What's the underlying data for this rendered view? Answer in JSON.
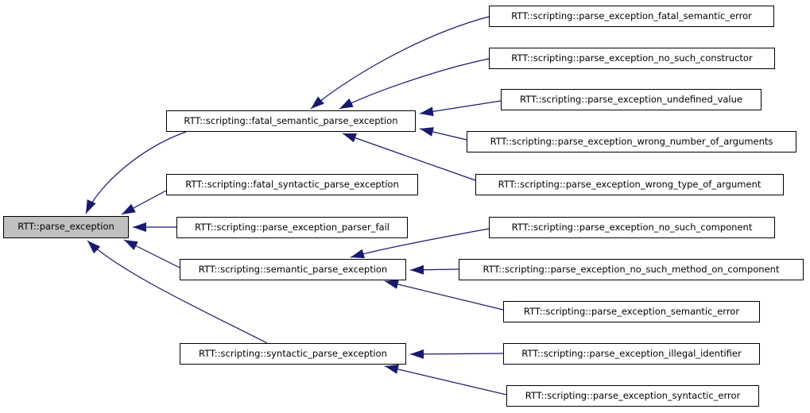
{
  "diagram": {
    "type": "inheritance-graph",
    "root": "RTT::parse_exception",
    "colors": {
      "edge": "#191970",
      "node_border": "#000000",
      "node_background": "#ffffff",
      "highlight_background": "#c0c0c0",
      "text": "#000000",
      "page_background": "#ffffff"
    },
    "nodes": [
      {
        "id": "parse_exception",
        "label": "RTT::parse_exception",
        "highlighted": true
      },
      {
        "id": "fatal_semantic_parse_exception",
        "label": "RTT::scripting::fatal_semantic_parse_exception",
        "highlighted": false
      },
      {
        "id": "fatal_syntactic_parse_exception",
        "label": "RTT::scripting::fatal_syntactic_parse_exception",
        "highlighted": false
      },
      {
        "id": "parse_exception_parser_fail",
        "label": "RTT::scripting::parse_exception_parser_fail",
        "highlighted": false
      },
      {
        "id": "semantic_parse_exception",
        "label": "RTT::scripting::semantic_parse_exception",
        "highlighted": false
      },
      {
        "id": "syntactic_parse_exception",
        "label": "RTT::scripting::syntactic_parse_exception",
        "highlighted": false
      },
      {
        "id": "parse_exception_fatal_semantic_error",
        "label": "RTT::scripting::parse_exception_fatal_semantic_error",
        "highlighted": false
      },
      {
        "id": "parse_exception_no_such_constructor",
        "label": "RTT::scripting::parse_exception_no_such_constructor",
        "highlighted": false
      },
      {
        "id": "parse_exception_undefined_value",
        "label": "RTT::scripting::parse_exception_undefined_value",
        "highlighted": false
      },
      {
        "id": "parse_exception_wrong_number_of_arguments",
        "label": "RTT::scripting::parse_exception_wrong_number_of_arguments",
        "highlighted": false
      },
      {
        "id": "parse_exception_wrong_type_of_argument",
        "label": "RTT::scripting::parse_exception_wrong_type_of_argument",
        "highlighted": false
      },
      {
        "id": "parse_exception_no_such_component",
        "label": "RTT::scripting::parse_exception_no_such_component",
        "highlighted": false
      },
      {
        "id": "parse_exception_no_such_method_on_component",
        "label": "RTT::scripting::parse_exception_no_such_method_on_component",
        "highlighted": false
      },
      {
        "id": "parse_exception_semantic_error",
        "label": "RTT::scripting::parse_exception_semantic_error",
        "highlighted": false
      },
      {
        "id": "parse_exception_illegal_identifier",
        "label": "RTT::scripting::parse_exception_illegal_identifier",
        "highlighted": false
      },
      {
        "id": "parse_exception_syntactic_error",
        "label": "RTT::scripting::parse_exception_syntactic_error",
        "highlighted": false
      }
    ],
    "edges": [
      {
        "from": "fatal_semantic_parse_exception",
        "to": "parse_exception"
      },
      {
        "from": "fatal_syntactic_parse_exception",
        "to": "parse_exception"
      },
      {
        "from": "parse_exception_parser_fail",
        "to": "parse_exception"
      },
      {
        "from": "semantic_parse_exception",
        "to": "parse_exception"
      },
      {
        "from": "syntactic_parse_exception",
        "to": "parse_exception"
      },
      {
        "from": "parse_exception_fatal_semantic_error",
        "to": "fatal_semantic_parse_exception"
      },
      {
        "from": "parse_exception_no_such_constructor",
        "to": "fatal_semantic_parse_exception"
      },
      {
        "from": "parse_exception_undefined_value",
        "to": "fatal_semantic_parse_exception"
      },
      {
        "from": "parse_exception_wrong_number_of_arguments",
        "to": "fatal_semantic_parse_exception"
      },
      {
        "from": "parse_exception_wrong_type_of_argument",
        "to": "fatal_semantic_parse_exception"
      },
      {
        "from": "parse_exception_no_such_component",
        "to": "semantic_parse_exception"
      },
      {
        "from": "parse_exception_no_such_method_on_component",
        "to": "semantic_parse_exception"
      },
      {
        "from": "parse_exception_semantic_error",
        "to": "semantic_parse_exception"
      },
      {
        "from": "parse_exception_illegal_identifier",
        "to": "syntactic_parse_exception"
      },
      {
        "from": "parse_exception_syntactic_error",
        "to": "syntactic_parse_exception"
      }
    ]
  }
}
